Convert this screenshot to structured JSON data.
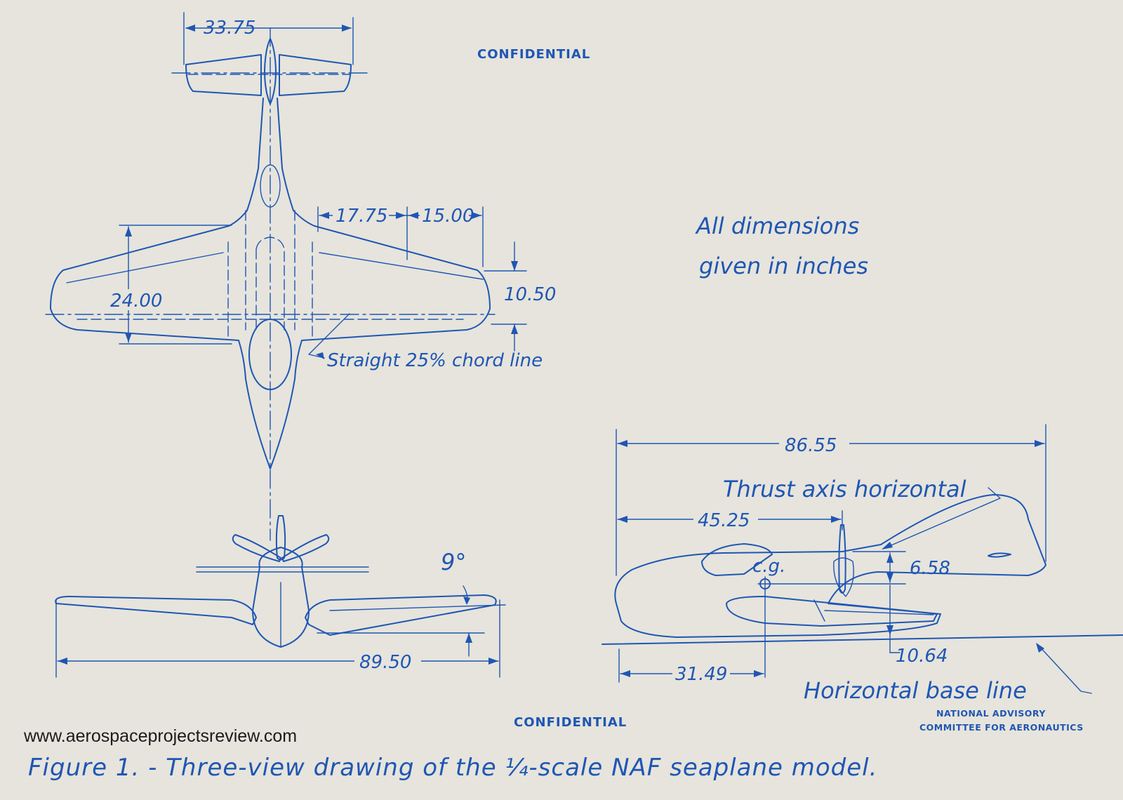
{
  "stamps": {
    "top": "CONFIDENTIAL",
    "bottom": "CONFIDENTIAL",
    "org_line1": "NATIONAL ADVISORY",
    "org_line2": "COMMITTEE FOR AERONAUTICS"
  },
  "notes": {
    "units_line1": "All dimensions",
    "units_line2": "given in inches",
    "chord_line": "Straight 25% chord line",
    "thrust_axis": "Thrust axis horizontal",
    "base_line": "Horizontal base line",
    "cg": "c.g."
  },
  "dimensions": {
    "tail_span": "33.75",
    "inner_wing": "17.75",
    "outer_wing": "15.00",
    "root_chord": "24.00",
    "tip_chord": "10.50",
    "dihedral": "9°",
    "wing_span": "89.50",
    "overall_length": "86.55",
    "cg_to_nose": "45.25",
    "thrust_height": "6.58",
    "cg_height": "10.64",
    "step_position": "31.49"
  },
  "caption": "Figure 1. - Three-view drawing of the ¼-scale NAF seaplane model.",
  "watermark": "www.aerospaceprojectsreview.com",
  "colors": {
    "ink": "#1f56b4",
    "paper": "#e6e4dc"
  }
}
